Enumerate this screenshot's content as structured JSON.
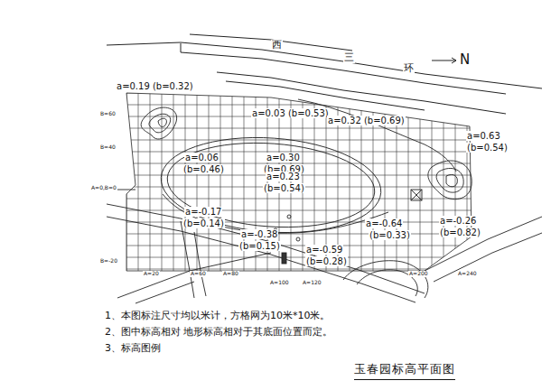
{
  "diagram": {
    "title": "玉春园标高平面图",
    "labels": [
      "西",
      "三",
      "环",
      "N",
      "a=0.19 (b=0.32)",
      "a=0.03 (b=0.53)",
      "a=0.32 (b=0.69)",
      "a=0.63",
      "(b=0.54)",
      "a=0.06",
      "(b=0.46)",
      "a=0.30",
      "(b=0.69)",
      "a=0.23",
      "(b=0.54)",
      "a=-0.17",
      "(b=0.14)",
      "a=-0.38",
      "(b=0.15)",
      "a=-0.59",
      "(b=0.28)",
      "a=-0.64",
      "(b=0.33)",
      "a=-0.26",
      "(b=0.82)",
      "1、本图标注尺寸均以米计，方格网为10米*10米。",
      "2、图中标高相对    地形标高相对于其底面位置而定。",
      "3、标高图例",
      "B=60",
      "B=40",
      "A=0,B=0",
      "B=-20",
      "A=20",
      "A=60",
      "A=80",
      "A=100",
      "A=120",
      "A=200",
      "A=240"
    ]
  }
}
